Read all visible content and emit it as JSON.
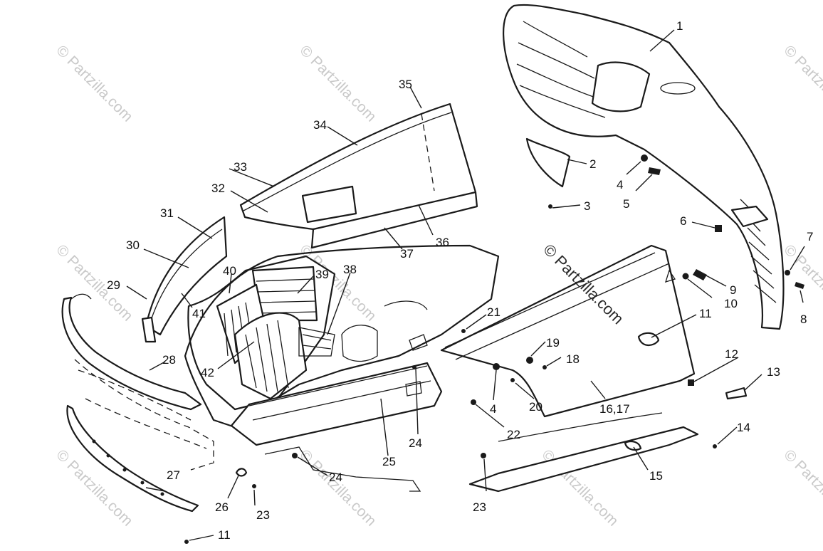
{
  "watermarks": {
    "faint": "© Partzilla.com",
    "center": "© Partzilla.com"
  },
  "callouts": {
    "c1": "1",
    "c2": "2",
    "c3": "3",
    "c4a": "4",
    "c4b": "4",
    "c5": "5",
    "c6": "6",
    "c7": "7",
    "c8": "8",
    "c9": "9",
    "c10": "10",
    "c11a": "11",
    "c11b": "11",
    "c12": "12",
    "c13": "13",
    "c14": "14",
    "c15": "15",
    "c1617": "16,17",
    "c18": "18",
    "c19": "19",
    "c20": "20",
    "c21": "21",
    "c22": "22",
    "c23a": "23",
    "c23b": "23",
    "c24a": "24",
    "c24b": "24",
    "c25": "25",
    "c26": "26",
    "c27": "27",
    "c28": "28",
    "c29": "29",
    "c30": "30",
    "c31": "31",
    "c32": "32",
    "c33": "33",
    "c34": "34",
    "c35": "35",
    "c36": "36",
    "c37": "37",
    "c38": "38",
    "c39": "39",
    "c40": "40",
    "c41": "41",
    "c42": "42"
  },
  "colors": {
    "ink": "#1a1a1a",
    "watermark": "#c9c9c9"
  }
}
